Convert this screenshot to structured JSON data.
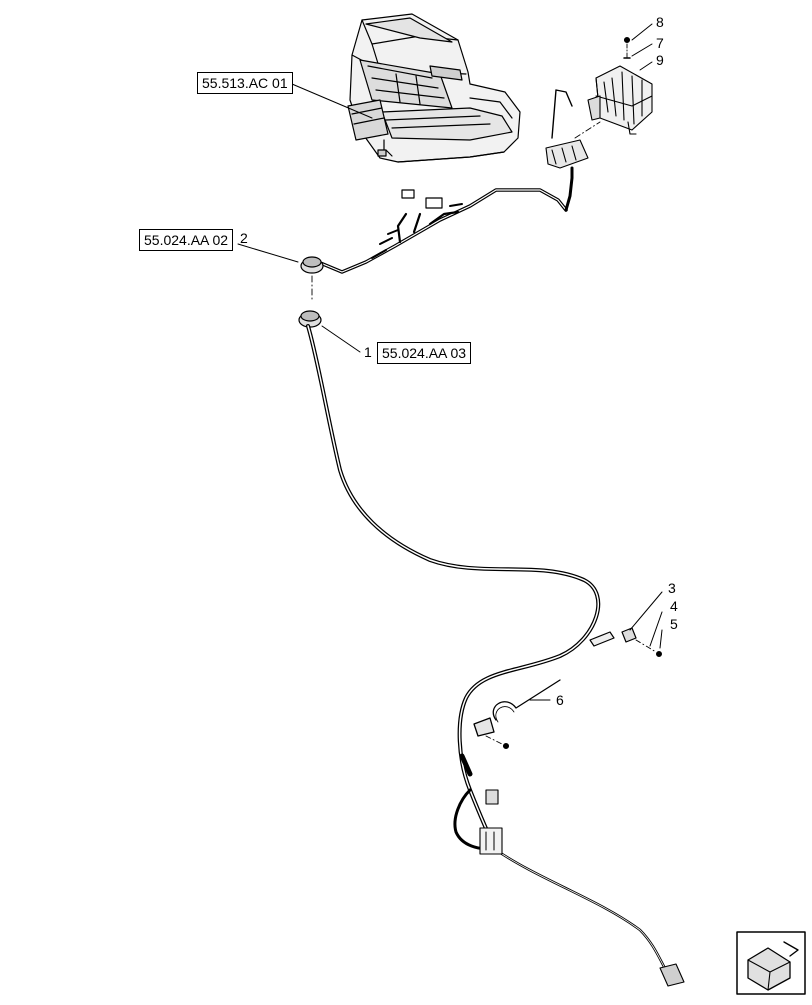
{
  "references": {
    "ref_console": "55.513.AC 01",
    "ref_harness_upper": "55.024.AA 02",
    "ref_harness_main": "55.024.AA 03"
  },
  "callouts": {
    "c1": "1",
    "c2": "2",
    "c3": "3",
    "c4": "4",
    "c5": "5",
    "c6": "6",
    "c7": "7",
    "c8": "8",
    "c9": "9"
  },
  "icons": {
    "nav": "next-page-arrow-icon"
  }
}
